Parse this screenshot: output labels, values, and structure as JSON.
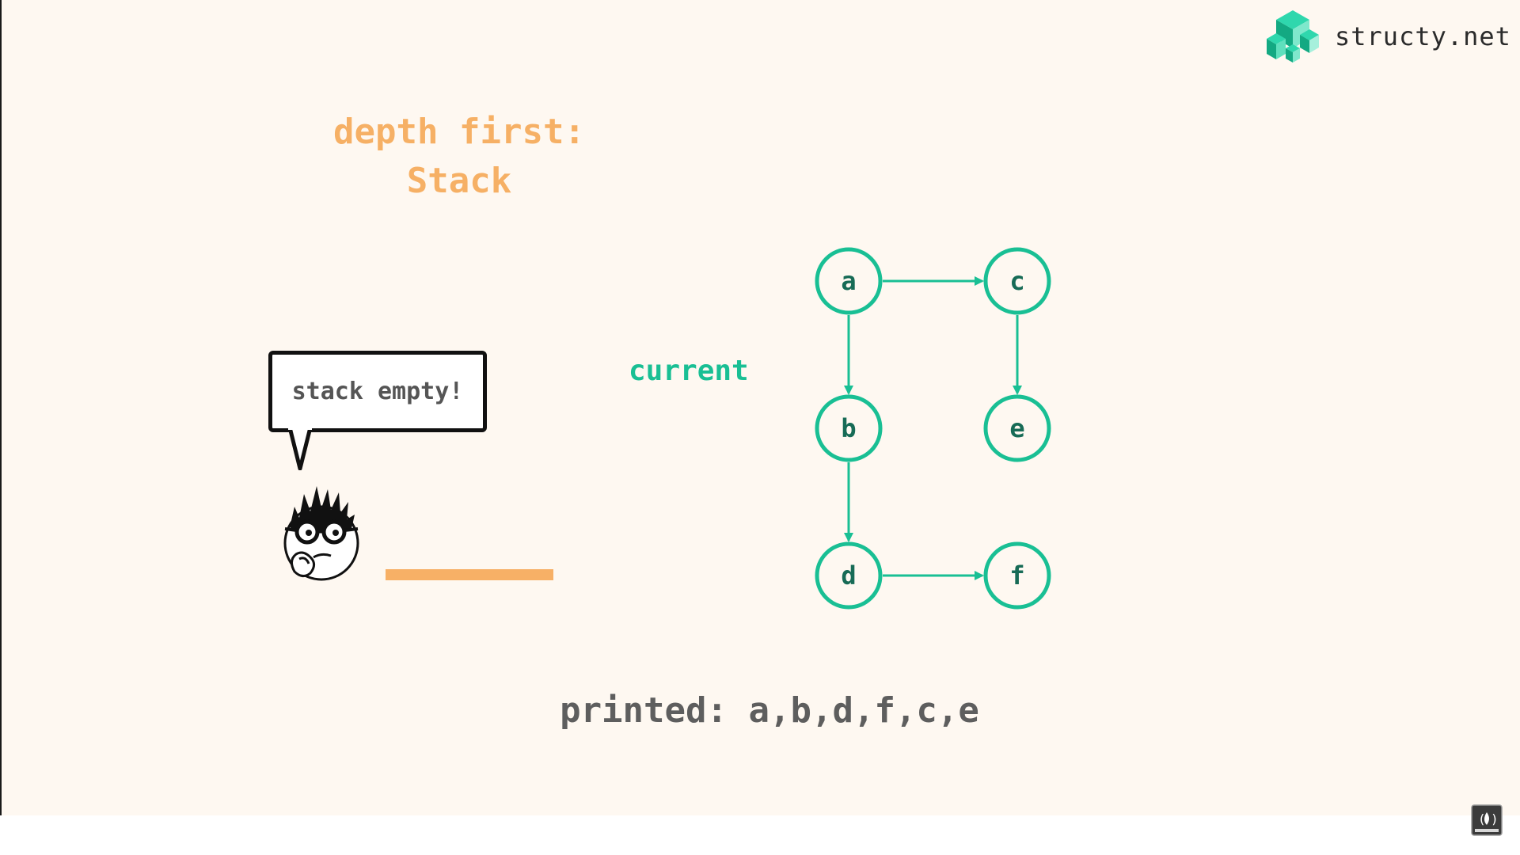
{
  "brand": {
    "name": "structy.net",
    "logo_icon": "structy-logo-icon",
    "color": "#19bf94"
  },
  "title": {
    "line1": "depth first:",
    "line2": "Stack"
  },
  "speech_bubble": {
    "text": "stack empty!"
  },
  "labels": {
    "current": "current"
  },
  "graph": {
    "nodes": [
      {
        "id": "a",
        "label": "a"
      },
      {
        "id": "c",
        "label": "c"
      },
      {
        "id": "b",
        "label": "b"
      },
      {
        "id": "e",
        "label": "e"
      },
      {
        "id": "d",
        "label": "d"
      },
      {
        "id": "f",
        "label": "f"
      }
    ],
    "edges": [
      {
        "from": "a",
        "to": "c"
      },
      {
        "from": "a",
        "to": "b"
      },
      {
        "from": "c",
        "to": "e"
      },
      {
        "from": "b",
        "to": "d"
      },
      {
        "from": "d",
        "to": "f"
      }
    ],
    "color": "#19bf94",
    "label_color": "#176b56"
  },
  "output": {
    "label": "printed:",
    "sequence": "a,b,d,f,c,e"
  },
  "colors": {
    "accent_orange": "#f6b065",
    "accent_green": "#19bf94",
    "background": "#fef8f1",
    "text_gray": "#5e5e5e"
  },
  "icons": {
    "avatar": "thinking-person-icon",
    "corner": "freecodecamp-subscribe-icon"
  }
}
